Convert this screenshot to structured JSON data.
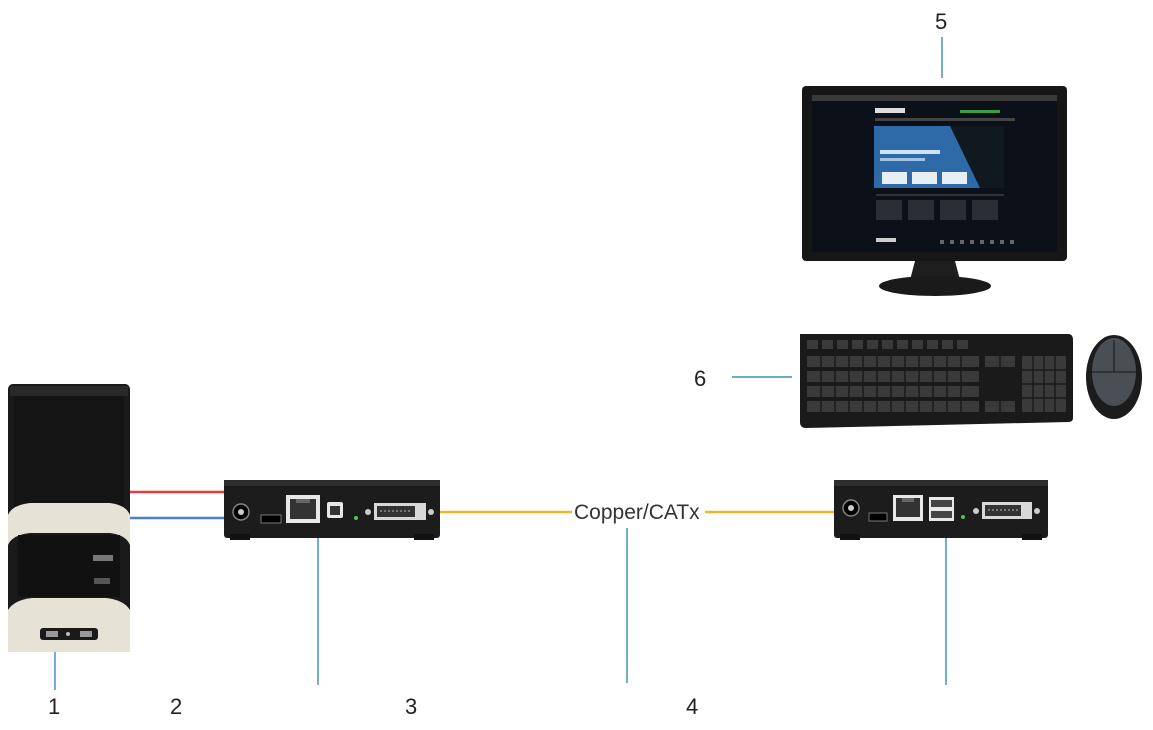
{
  "callouts": {
    "pc": "1",
    "video_cable": "2",
    "transmitter": "3",
    "catx_cable": "4",
    "monitor": "5",
    "keyboard_mouse": "6"
  },
  "cable": {
    "label": "Copper/CATx"
  },
  "colors": {
    "callout_line": "#3a8fb5",
    "catx_cable": "#f2b325",
    "video_cable_red": "#e63946",
    "video_cable_blue": "#4a7fd0",
    "device_body": "#1c1c1c",
    "pc_trim": "#e6e3d6"
  },
  "icons": {
    "pc": "desktop-tower-icon",
    "transmitter": "kvm-transmitter-icon",
    "receiver": "kvm-receiver-icon",
    "monitor": "monitor-icon",
    "keyboard": "keyboard-icon",
    "mouse": "mouse-icon"
  }
}
